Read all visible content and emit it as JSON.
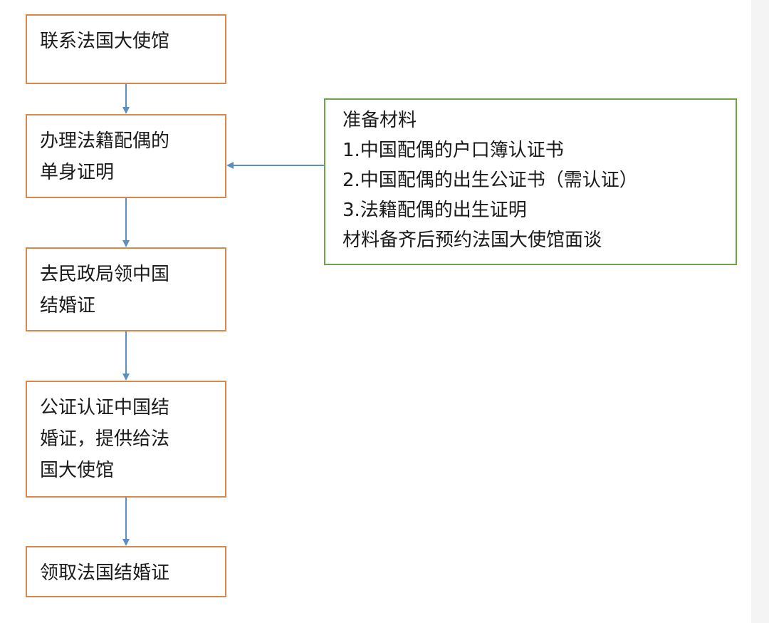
{
  "flowchart": {
    "steps": [
      {
        "text": "联系法国大使馆"
      },
      {
        "text": "办理法籍配偶的\n单身证明"
      },
      {
        "text": "去民政局领中国\n结婚证"
      },
      {
        "text": "公证认证中国结\n婚证，提供给法\n国大使馆"
      },
      {
        "text": "领取法国结婚证"
      }
    ],
    "materials": {
      "title": "准备材料",
      "items": [
        "1.中国配偶的户口簿认证书",
        "2.中国配偶的出生公证书（需认证）",
        "3.法籍配偶的出生证明"
      ],
      "note": "材料备齐后预约法国大使馆面谈"
    }
  },
  "colors": {
    "step_border": "#d9874a",
    "materials_border": "#6fa34a",
    "arrow": "#5b8fbf",
    "background": "#ffffff",
    "text": "#1a1a1a"
  }
}
